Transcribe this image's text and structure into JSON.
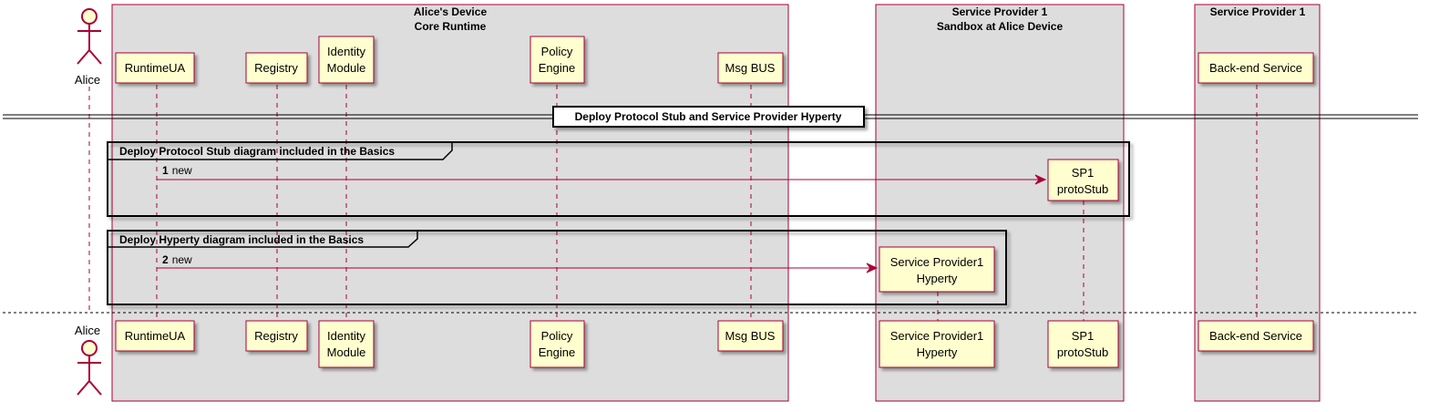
{
  "boxes": {
    "alice_device": {
      "line1": "Alice's Device",
      "line2": "Core Runtime"
    },
    "sp1_sandbox": {
      "line1": "Service Provider 1",
      "line2": "Sandbox at Alice Device"
    },
    "sp1": {
      "line1": "Service Provider 1"
    }
  },
  "actor": {
    "name": "Alice"
  },
  "participants": {
    "runtimeua": {
      "line1": "RuntimeUA"
    },
    "registry": {
      "line1": "Registry"
    },
    "identity": {
      "line1": "Identity",
      "line2": "Module"
    },
    "policy": {
      "line1": "Policy",
      "line2": "Engine"
    },
    "msgbus": {
      "line1": "Msg BUS"
    },
    "sp1hyperty": {
      "line1": "Service Provider1",
      "line2": "Hyperty"
    },
    "protostub": {
      "line1": "SP1",
      "line2": "protoStub"
    },
    "backend": {
      "line1": "Back-end Service"
    }
  },
  "divider": {
    "label": "Deploy Protocol Stub and Service Provider Hyperty"
  },
  "groups": {
    "g1": {
      "title": "Deploy Protocol Stub diagram included in the Basics"
    },
    "g2": {
      "title": "Deploy Hyperty diagram included in the Basics"
    }
  },
  "messages": {
    "m1": {
      "num": "1",
      "text": "new"
    },
    "m2": {
      "num": "2",
      "text": "new"
    }
  },
  "colors": {
    "box_fill": "#dddddd",
    "box_border": "#a80036",
    "participant_fill": "#fefece",
    "arrow": "#a80036"
  }
}
